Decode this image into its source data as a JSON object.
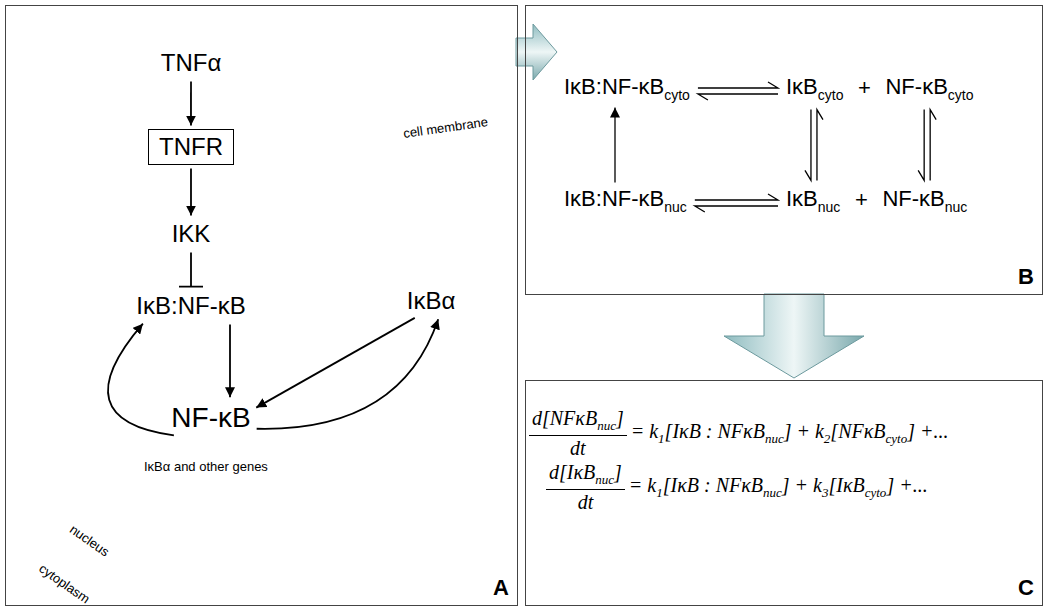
{
  "diagram": {
    "nodes": [
      {
        "text": [
          "A"
        ]
      },
      {
        "text": [
          "TNFα"
        ],
        "in": 0
      },
      {
        "text": [
          "TNFR"
        ],
        "in": 0
      },
      {
        "text": [
          "IKK"
        ],
        "in": 0
      },
      {
        "text": [
          "IκB:NF-κB"
        ],
        "in": 0
      },
      {
        "text": [
          "IκBα"
        ],
        "in": 0
      },
      {
        "text": [
          "IκBα and other genes",
          "nucleus"
        ],
        "in": 0
      },
      {
        "text": [
          "NF-κB"
        ],
        "in": 6
      },
      {
        "text": [
          "B"
        ]
      },
      {
        "text": [
          "IκB:NF-κB",
          "cyto"
        ],
        "in": 8
      },
      {
        "text": [
          "IκB",
          "cyto"
        ],
        "in": 8
      },
      {
        "text": [
          "NF-κB",
          "cyto"
        ],
        "in": 8
      },
      {
        "text": [
          "IκB:NF-κB",
          "nuc"
        ],
        "in": 8
      },
      {
        "text": [
          "IκB",
          "nuc"
        ],
        "in": 8
      },
      {
        "text": [
          "NF-κB",
          "nuc"
        ],
        "in": 8
      },
      {
        "text": [
          "C",
          "d[NFκB",
          "nuc",
          "]",
          "dt",
          "= k",
          "1",
          "[IκB : NFκB",
          "nuc",
          "] + k",
          "2",
          "[NFκB",
          "cyto",
          "] +...",
          "d[IκB",
          "nuc",
          "]",
          "dt",
          "= k",
          "1",
          "[IκB : NFκB",
          "nuc",
          "] + k",
          "3",
          "[IκB",
          "cyto",
          "] +..."
        ]
      }
    ],
    "edges": [
      {
        "from": 1,
        "to": 2,
        "arrow": "to"
      },
      {
        "from": 2,
        "to": 3,
        "arrow": "to"
      },
      {
        "from": 3,
        "to": 4,
        "arrow": "to"
      },
      {
        "from": 4,
        "to": 7,
        "arrow": "to"
      },
      {
        "from": 5,
        "to": 7,
        "arrow": "to"
      },
      {
        "from": 7,
        "to": 4,
        "arrow": "to"
      },
      {
        "from": 7,
        "to": 5,
        "arrow": "to"
      },
      {
        "from": 0,
        "to": 8,
        "arrow": "to"
      },
      {
        "from": 9,
        "to": 10,
        "arrow": "both"
      },
      {
        "from": 12,
        "to": 9,
        "arrow": "to"
      },
      {
        "from": 10,
        "to": 13,
        "arrow": "both"
      },
      {
        "from": 11,
        "to": 14,
        "arrow": "both"
      },
      {
        "from": 12,
        "to": 13,
        "arrow": "both"
      },
      {
        "from": 8,
        "to": 15,
        "arrow": "to"
      }
    ],
    "labels": [
      "cell membrane",
      "cytoplasm",
      "+",
      "+"
    ]
  }
}
